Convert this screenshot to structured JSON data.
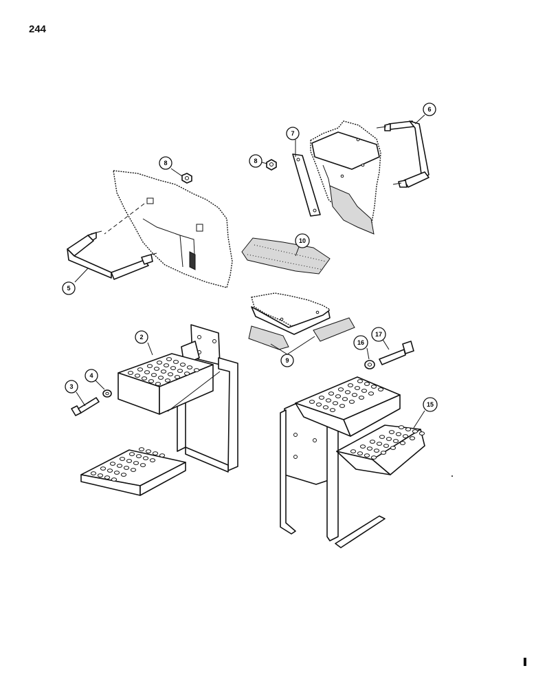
{
  "page": {
    "number": "244"
  },
  "callouts": [
    {
      "id": "c2",
      "label": "2"
    },
    {
      "id": "c3",
      "label": "3"
    },
    {
      "id": "c4",
      "label": "4"
    },
    {
      "id": "c5",
      "label": "5"
    },
    {
      "id": "c6",
      "label": "6"
    },
    {
      "id": "c7",
      "label": "7"
    },
    {
      "id": "c8a",
      "label": "8"
    },
    {
      "id": "c8b",
      "label": "8"
    },
    {
      "id": "c9",
      "label": "9"
    },
    {
      "id": "c10",
      "label": "10"
    },
    {
      "id": "c15",
      "label": "15"
    },
    {
      "id": "c16",
      "label": "16"
    },
    {
      "id": "c17",
      "label": "17"
    }
  ]
}
